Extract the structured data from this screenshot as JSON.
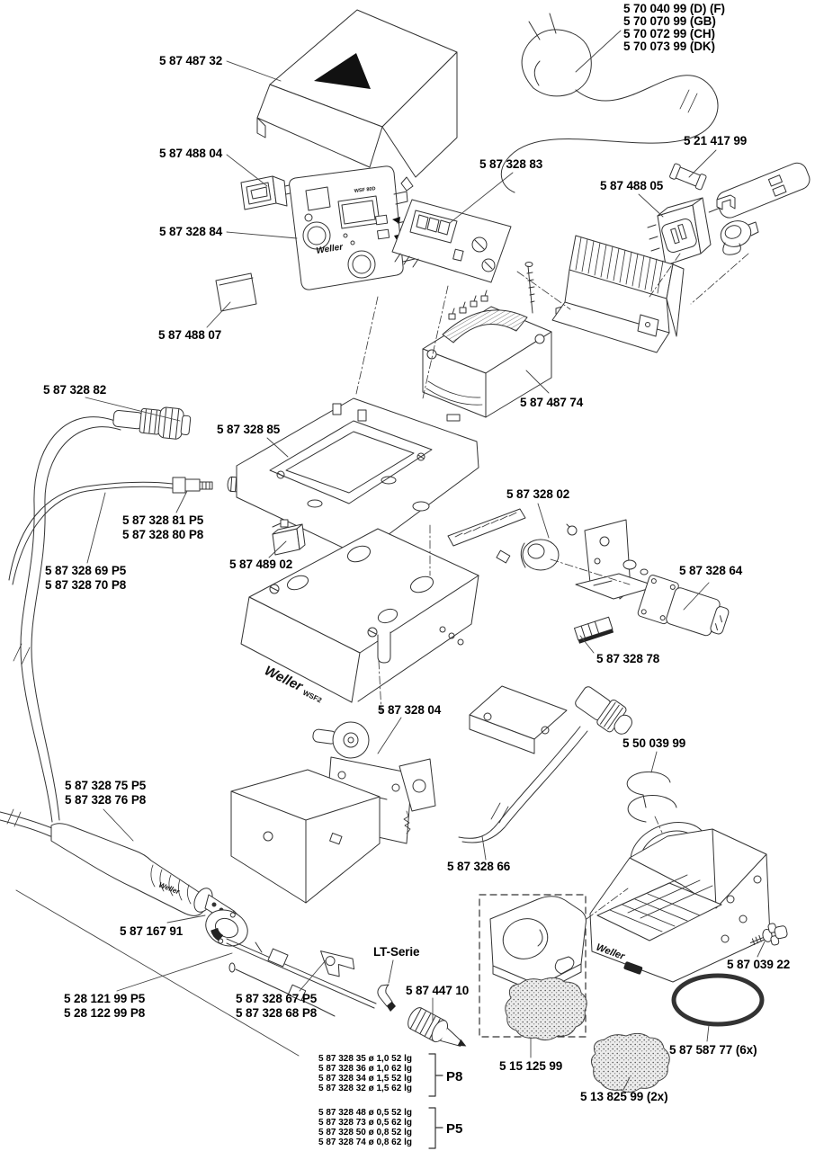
{
  "diagram": {
    "kind": "exploded-parts-diagram",
    "line_color": "#333333",
    "background": "#ffffff"
  },
  "drawing_texts": {
    "panel_logo": "Weller",
    "panel_model": "WSF 80D",
    "cover_logo": "Weller",
    "cover_model": "WSF2",
    "iron_logo": "Weller",
    "holder_logo": "Weller"
  },
  "labels": [
    {
      "id": "cord-d-f",
      "text": "5 70 040 99 (D) (F)"
    },
    {
      "id": "cord-gb",
      "text": "5 70 070 99 (GB)"
    },
    {
      "id": "cord-ch",
      "text": "5 70 072 99 (CH)"
    },
    {
      "id": "cord-dk",
      "text": "5 70 073 99 (DK)"
    },
    {
      "id": "cover",
      "text": "5 87 487 32"
    },
    {
      "id": "rocker-switch",
      "text": "5 87 488 04"
    },
    {
      "id": "front-panel",
      "text": "5 87 328 84"
    },
    {
      "id": "display-pcb",
      "text": "5 87 328 83"
    },
    {
      "id": "fuse",
      "text": "5 21 417 99"
    },
    {
      "id": "power-entry",
      "text": "5 87 488 05"
    },
    {
      "id": "plate",
      "text": "5 87 488 07"
    },
    {
      "id": "connector-cable",
      "text": "5 87 328 82"
    },
    {
      "id": "chassis",
      "text": "5 87 328 85"
    },
    {
      "id": "transformer",
      "text": "5 87 487 74"
    },
    {
      "id": "nipple-p5",
      "text": "5 87 328 81 P5"
    },
    {
      "id": "nipple-p8",
      "text": "5 87 328 80 P8"
    },
    {
      "id": "microswitch",
      "text": "5 87 489 02"
    },
    {
      "id": "feed-tube-p5",
      "text": "5 87 328 69 P5"
    },
    {
      "id": "feed-tube-p8",
      "text": "5 87 328 70 P8"
    },
    {
      "id": "knob",
      "text": "5 87 328 02"
    },
    {
      "id": "motor",
      "text": "5 87 328 64"
    },
    {
      "id": "guide",
      "text": "5 87 328 78"
    },
    {
      "id": "feeder",
      "text": "5 87 328 04"
    },
    {
      "id": "funnel-clip",
      "text": "5 50 039 99"
    },
    {
      "id": "iron-p5",
      "text": "5 87 328 75 P5"
    },
    {
      "id": "iron-p8",
      "text": "5 87 328 76 P8"
    },
    {
      "id": "iron-cable",
      "text": "5 87 328 66"
    },
    {
      "id": "ring-nut",
      "text": "5 87 167 91"
    },
    {
      "id": "lt-serie",
      "text": "LT-Serie"
    },
    {
      "id": "barrel-p5",
      "text": "5 28 121 99 P5"
    },
    {
      "id": "barrel-p8",
      "text": "5 28 122 99 P8"
    },
    {
      "id": "fork-p5",
      "text": "5 87 328 67 P5"
    },
    {
      "id": "fork-p8",
      "text": "5 87 328 68 P8"
    },
    {
      "id": "knurled-nut",
      "text": "5 87 447 10"
    },
    {
      "id": "screw",
      "text": "5 87 039 22"
    },
    {
      "id": "dry-cleaner",
      "text": "5 15 125 99"
    },
    {
      "id": "o-ring",
      "text": "5 87 587 77 (6x)"
    },
    {
      "id": "metal-wool",
      "text": "5 13 825 99 (2x)"
    }
  ],
  "tip_groups": [
    {
      "group": "P8",
      "rows": [
        "5 87 328 35  ø 1,0 52 lg",
        "5 87 328 36  ø 1,0 62 lg",
        "5 87 328 34  ø 1,5 52 lg",
        "5 87 328 32  ø 1,5 62 lg"
      ]
    },
    {
      "group": "P5",
      "rows": [
        "5 87 328 48  ø 0,5 52 lg",
        "5 87 328 73  ø 0,5 62 lg",
        "5 87 328 50  ø 0,8 52 lg",
        "5 87 328 74  ø 0,8 62 lg"
      ]
    }
  ]
}
